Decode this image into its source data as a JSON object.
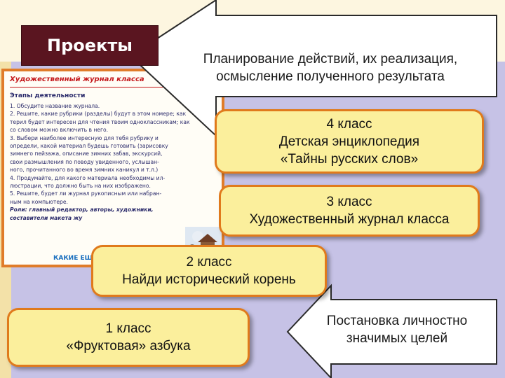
{
  "slide": {
    "title": "Проекты",
    "top_arrow": {
      "line1": "Планирование действий, их реализация,",
      "line2": "осмысление полученного результата"
    },
    "bottom_arrow": {
      "line1": "Постановка личностно",
      "line2": "значимых целей"
    },
    "cards": [
      {
        "line1": "4 класс",
        "line2": "Детская энциклопедия",
        "line3": "«Тайны русских слов»"
      },
      {
        "line1": "3 класс",
        "line2": "Художественный журнал класса"
      },
      {
        "line1": "2 класс",
        "line2": "Найди исторический корень"
      },
      {
        "line1": "1 класс",
        "line2": "«Фруктовая» азбука"
      }
    ]
  },
  "book_page": {
    "heading": "Художественный журнал класса",
    "subheading": "Этапы деятельности",
    "lines": [
      "1. Обсудите название журнала.",
      "2. Решите, какие рубрики (разделы) будут в этом номере; как",
      "терил будет интересен для чтения твоим одноклассникам; как",
      "со словом можно включить в него.",
      "3. Выбери наиболее интересную для тебя рубрику и",
      "определи, какой материал будешь готовить (зарисовку",
      "зимнего пейзажа, описание зимних забав, экскурсий,",
      "свои размышления по поводу увиденного, услышан-",
      "ного, прочитанного во время зимних каникул и т.л.)",
      "4. Продумайте, для какого материала необходимы ил-",
      "люстрации, что должно быть на них изображено.",
      "5. Решите, будет ли журнал рукописным или набран-",
      "ным на компьютере.",
      "Роли: главный редактор, авторы, художники,",
      "составители макета жу"
    ],
    "footer": "КАКИЕ ЕЩЕ"
  },
  "colors": {
    "title_bg": "#5a1520",
    "card_fill": "#fbef9c",
    "card_border": "#e07a1c",
    "background_purple": "#c6c2e6",
    "background_cream": "#fdf6e0",
    "book_heading": "#c4171a"
  }
}
